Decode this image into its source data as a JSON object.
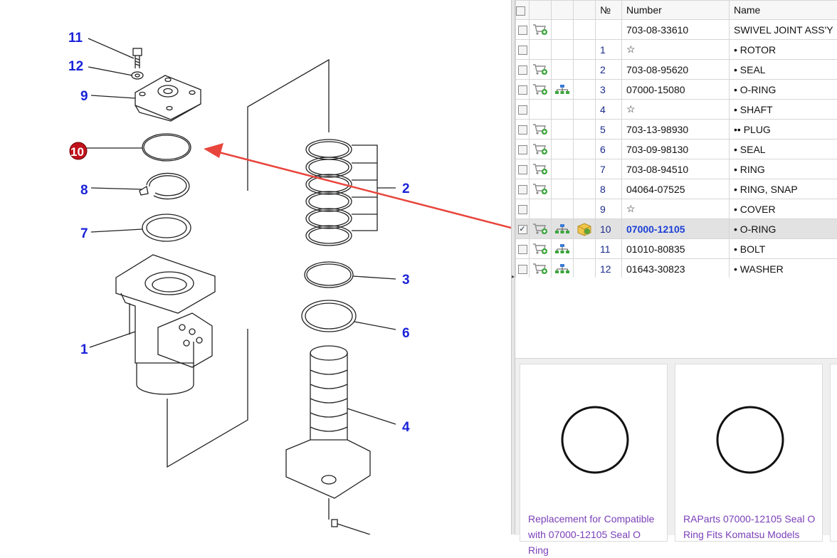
{
  "diagram": {
    "callouts": [
      "11",
      "12",
      "9",
      "10",
      "8",
      "7",
      "1",
      "2",
      "3",
      "6",
      "4"
    ],
    "highlighted_callout": "10",
    "arrow_color": "#e8453c",
    "label_color": "#1a22d8"
  },
  "table": {
    "headers": {
      "num": "№",
      "number": "Number",
      "name": "Name"
    },
    "rows": [
      {
        "checked": "",
        "pos": "",
        "number": "703-08-33610",
        "name": "SWIVEL JOINT ASS'Y"
      },
      {
        "checked": "",
        "pos": "1",
        "number": "☆",
        "name": "• ROTOR"
      },
      {
        "checked": "",
        "pos": "2",
        "number": "703-08-95620",
        "name": "• SEAL"
      },
      {
        "checked": "",
        "pos": "3",
        "number": "07000-15080",
        "name": "• O-RING"
      },
      {
        "checked": "",
        "pos": "4",
        "number": "☆",
        "name": "• SHAFT"
      },
      {
        "checked": "",
        "pos": "5",
        "number": "703-13-98930",
        "name": "•• PLUG"
      },
      {
        "checked": "",
        "pos": "6",
        "number": "703-09-98130",
        "name": "• SEAL"
      },
      {
        "checked": "",
        "pos": "7",
        "number": "703-08-94510",
        "name": "• RING"
      },
      {
        "checked": "",
        "pos": "8",
        "number": "04064-07525",
        "name": "• RING, SNAP"
      },
      {
        "checked": "",
        "pos": "9",
        "number": "☆",
        "name": "• COVER"
      },
      {
        "checked": "✓",
        "pos": "10",
        "number": "07000-12105",
        "name": "• O-RING"
      },
      {
        "checked": "",
        "pos": "11",
        "number": "01010-80835",
        "name": "• BOLT"
      },
      {
        "checked": "",
        "pos": "12",
        "number": "01643-30823",
        "name": "• WASHER"
      }
    ]
  },
  "gallery": {
    "cards": [
      {
        "caption": "Replacement for Compatible with 07000-12105 Seal O Ring"
      },
      {
        "caption": "RAParts 07000-12105 Seal O Ring Fits Komatsu Models"
      }
    ]
  },
  "colors": {
    "link_purple": "#7a3fb8",
    "selected_blue": "#1b3fd6",
    "row_selected_bg": "#e2e2e2"
  }
}
